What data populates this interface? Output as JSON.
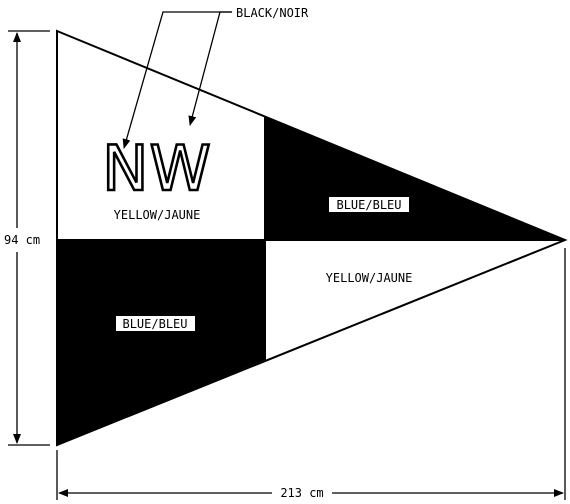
{
  "diagram": {
    "callout": "BLACK/NOIR",
    "code_letters": "NW",
    "quadrant_top_left": "YELLOW/JAUNE",
    "quadrant_top_right": "BLUE/BLEU",
    "quadrant_bottom_left": "BLUE/BLEU",
    "quadrant_bottom_right": "YELLOW/JAUNE",
    "height_dimension": "94 cm",
    "length_dimension": "213 cm"
  },
  "colors": {
    "line": "#000000",
    "dark_fill": "#000000",
    "light_fill": "#ffffff"
  }
}
